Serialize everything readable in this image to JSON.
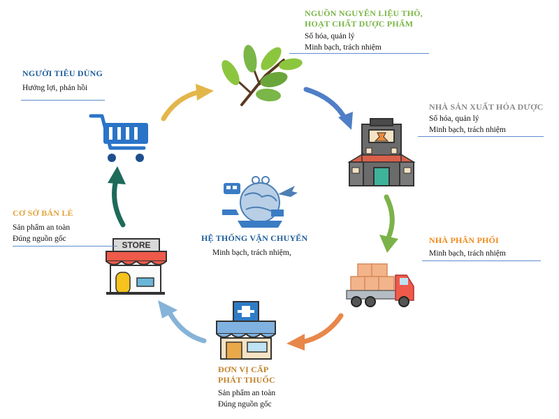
{
  "nodes": {
    "raw_materials": {
      "title_line1": "NGUỒN NGUYÊN LIỆU THÔ,",
      "title_line2": "HOẠT CHẤT DƯỢC PHẨM",
      "line1": "Số hóa, quản lý",
      "line2": "Minh bạch, trách nhiệm"
    },
    "manufacturer": {
      "title": "NHÀ SẢN XUẤT HÓA DƯỢC",
      "line1": "Số hóa, quản lý",
      "line2": "Minh bạch, trách nhiệm"
    },
    "distributor": {
      "title": "NHÀ PHÂN PHỐI",
      "line1": "Minh bạch, trách nhiệm"
    },
    "dispensing": {
      "title_line1": "ĐƠN VỊ CẤP",
      "title_line2": "PHÁT THUỐC",
      "line1": "Sản phẩm an toàn",
      "line2": "Đúng nguồn gốc"
    },
    "retail": {
      "title": "CƠ SỞ BÁN LẺ",
      "line1": "Sản phẩm an toàn",
      "line2": "Đúng nguồn gốc"
    },
    "consumer": {
      "title": "NGƯỜI TIÊU DÙNG",
      "line1": "Hưởng lợi, phản hồi"
    },
    "transport": {
      "title": "HỆ THỐNG VẬN CHUYỂN",
      "line1": "Minh bạch, trách nhiệm,"
    }
  },
  "store_sign": "STORE",
  "icons": [
    "leaf-branch-icon",
    "pharma-factory-icon",
    "delivery-truck-icon",
    "pharmacy-shop-icon",
    "retail-store-icon",
    "shopping-cart-icon",
    "transport-globe-icon"
  ],
  "colors": {
    "green": "#7ab648",
    "blue": "#1f5e9a",
    "gray": "#8a8a8a",
    "orange": "#f08a1c",
    "gold": "#e2a33a",
    "arrow_blue": "#4f7fc6",
    "arrow_green": "#7cb24a",
    "arrow_orange": "#e8874a",
    "arrow_light_blue": "#86b3d8",
    "arrow_teal": "#1e6b5a",
    "arrow_gold": "#e3b64a"
  }
}
